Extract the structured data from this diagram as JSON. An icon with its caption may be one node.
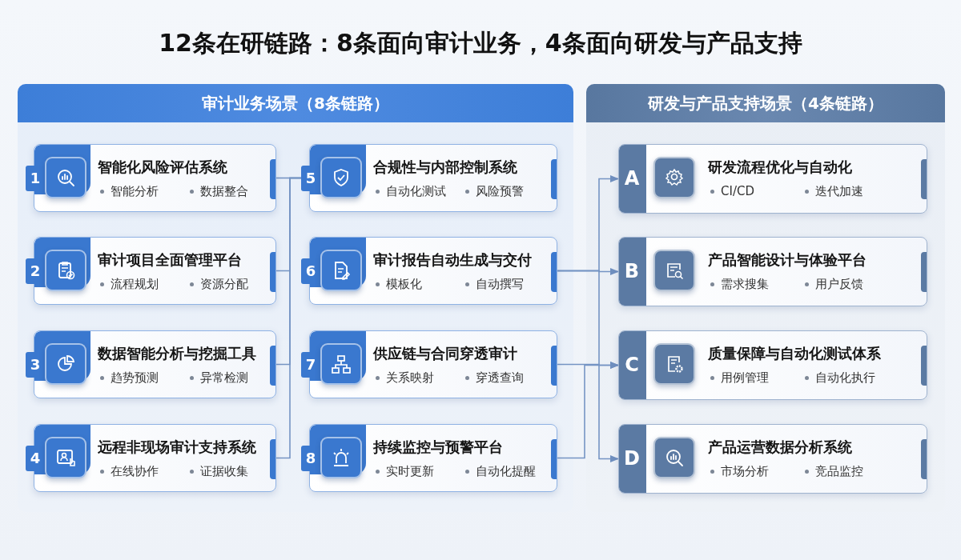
{
  "diagram": {
    "title": "12条在研链路：8条面向审计业务，4条面向研发与产品支持",
    "nodes": [
      {
        "text": [
          "审计业务场景（8条链路）"
        ]
      },
      {
        "text": [
          "1",
          "智能化风险评估系统",
          "智能分析",
          "数据整合"
        ],
        "in": 0
      },
      {
        "text": [
          "2",
          "审计项目全面管理平台",
          "流程规划",
          "资源分配"
        ],
        "in": 0
      },
      {
        "text": [
          "3",
          "数据智能分析与挖掘工具",
          "趋势预测",
          "异常检测"
        ],
        "in": 0
      },
      {
        "text": [
          "4",
          "远程非现场审计支持系统",
          "在线协作",
          "证据收集"
        ],
        "in": 0
      },
      {
        "text": [
          "5",
          "合规性与内部控制系统",
          "自动化测试",
          "风险预警"
        ],
        "in": 0
      },
      {
        "text": [
          "6",
          "审计报告自动生成与交付",
          "模板化",
          "自动撰写"
        ],
        "in": 0
      },
      {
        "text": [
          "7",
          "供应链与合同穿透审计",
          "关系映射",
          "穿透查询"
        ],
        "in": 0
      },
      {
        "text": [
          "8",
          "持续监控与预警平台",
          "实时更新",
          "自动化提醒"
        ],
        "in": 0
      },
      {
        "text": [
          "研发与产品支持场景（4条链路）"
        ]
      },
      {
        "text": [
          "A",
          "研发流程优化与自动化",
          "CI/CD",
          "迭代加速"
        ],
        "in": 9
      },
      {
        "text": [
          "B",
          "产品智能设计与体验平台",
          "需求搜集",
          "用户反馈"
        ],
        "in": 9
      },
      {
        "text": [
          "C",
          "质量保障与自动化测试体系",
          "用例管理",
          "自动化执行"
        ],
        "in": 9
      },
      {
        "text": [
          "D",
          "产品运营数据分析系统",
          "市场分析",
          "竞品监控"
        ],
        "in": 9
      }
    ],
    "edges": [
      {
        "from": 1,
        "to": 5,
        "arrow": "none"
      },
      {
        "from": 2,
        "to": 5,
        "arrow": "none"
      },
      {
        "from": 3,
        "to": 5,
        "arrow": "none"
      },
      {
        "from": 4,
        "to": 5,
        "arrow": "none"
      },
      {
        "from": 6,
        "to": 10,
        "arrow": "to"
      },
      {
        "from": 6,
        "to": 11,
        "arrow": "to"
      },
      {
        "from": 6,
        "to": 13,
        "arrow": "to"
      },
      {
        "from": 7,
        "to": 12,
        "arrow": "to"
      },
      {
        "from": 8,
        "to": 12,
        "arrow": "to"
      }
    ]
  }
}
